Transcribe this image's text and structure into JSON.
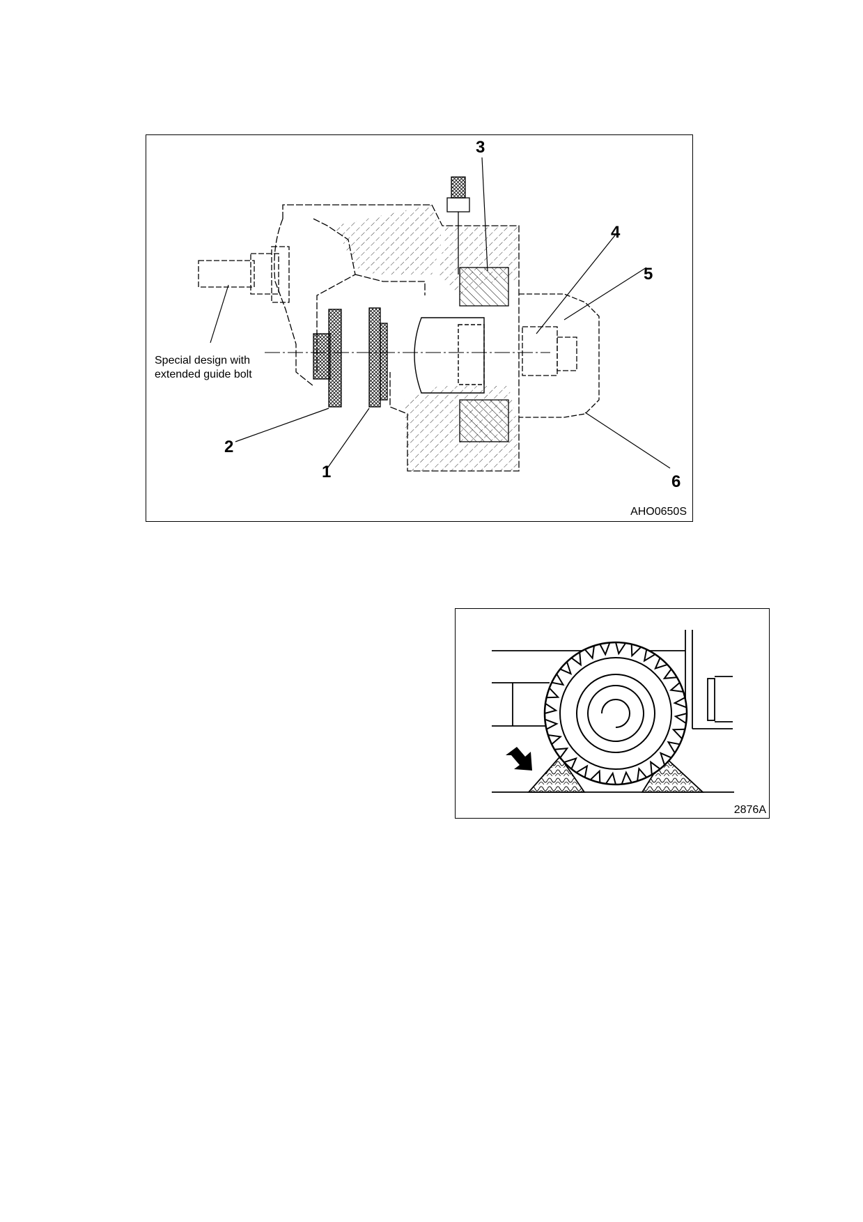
{
  "figure1": {
    "code": "AHO0650S",
    "caption_line1": "Special design with",
    "caption_line2": "extended guide bolt",
    "callouts": [
      "1",
      "2",
      "3",
      "4",
      "5",
      "6"
    ]
  },
  "figure2": {
    "code": "2876A"
  }
}
